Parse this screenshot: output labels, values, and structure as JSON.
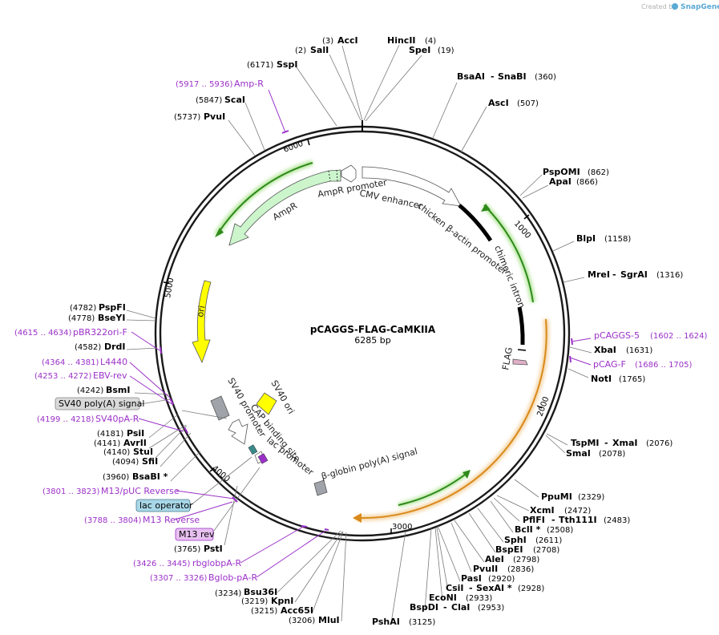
{
  "credit": {
    "created_by": "Created by",
    "app": "SnapGene"
  },
  "plasmid": {
    "name": "pCAGGS-FLAG-CaMKIIA",
    "length": "6285 bp"
  },
  "ticks": [
    "1000",
    "2000",
    "3000",
    "4000",
    "5000",
    "6000"
  ],
  "features": {
    "ampr_promoter": "AmpR promoter",
    "cmv_enhancer": "CMV enhancer",
    "chicken_actin": "chicken β-actin promoter",
    "chimeric_intron": "chimeric intron",
    "ampr": "AmpR",
    "ori": "ori",
    "flag": "FLAG",
    "sv40_ori": "SV40 ori",
    "sv40_promoter": "SV40 promoter",
    "cap_site": "CAP binding site",
    "lac_promoter": "lac promoter",
    "globin_polya": "β-globin poly(A) signal"
  },
  "sites_right": [
    {
      "name": "BsaAI",
      "name2": "SnaBI",
      "pos": "(360)"
    },
    {
      "name": "AscI",
      "pos": "(507)"
    },
    {
      "name": "PspOMI",
      "pos": "(862)"
    },
    {
      "name": "ApaI",
      "pos": "(866)"
    },
    {
      "name": "BlpI",
      "pos": "(1158)"
    },
    {
      "name": "MreI",
      "name2": "SgrAI",
      "pos": "(1316)"
    },
    {
      "name": "XbaI",
      "pos": "(1631)"
    },
    {
      "name": "NotI",
      "pos": "(1765)"
    },
    {
      "name": "TspMI",
      "name2": "XmaI",
      "pos": "(2076)"
    },
    {
      "name": "SmaI",
      "pos": "(2078)"
    },
    {
      "name": "PpuMI",
      "pos": "(2329)"
    },
    {
      "name": "XcmI",
      "pos": "(2472)"
    },
    {
      "name": "PflFI",
      "name2": "Tth111I",
      "pos": "(2483)"
    },
    {
      "name": "BclI *",
      "pos": "(2508)"
    },
    {
      "name": "SphI",
      "pos": "(2611)"
    },
    {
      "name": "BspEI",
      "pos": "(2708)"
    },
    {
      "name": "AleI",
      "pos": "(2798)"
    },
    {
      "name": "PvuII",
      "pos": "(2836)"
    },
    {
      "name": "PasI",
      "pos": "(2920)"
    },
    {
      "name": "CsiI",
      "name2": "SexAI *",
      "pos": "(2928)"
    },
    {
      "name": "EcoNI",
      "pos": "(2933)"
    },
    {
      "name": "BspDI",
      "name2": "ClaI",
      "pos": "(2953)"
    },
    {
      "name": "PshAI",
      "pos": "(3125)"
    }
  ],
  "sites_left": [
    {
      "name": "AccI",
      "pos": "(3)"
    },
    {
      "name": "HincII",
      "pos": "(4)"
    },
    {
      "name": "SalI",
      "pos": "(2)"
    },
    {
      "name": "SpeI",
      "pos": "(19)"
    },
    {
      "name": "SspI",
      "pos": "(6171)"
    },
    {
      "name": "ScaI",
      "pos": "(5847)"
    },
    {
      "name": "PvuI",
      "pos": "(5737)"
    },
    {
      "name": "PspFI",
      "pos": "(4782)"
    },
    {
      "name": "BseYI",
      "pos": "(4778)"
    },
    {
      "name": "DrdI",
      "pos": "(4582)"
    },
    {
      "name": "BsmI",
      "pos": "(4242)"
    },
    {
      "name": "PsiI",
      "pos": "(4181)"
    },
    {
      "name": "AvrII",
      "pos": "(4141)"
    },
    {
      "name": "StuI",
      "pos": "(4140)"
    },
    {
      "name": "SfiI",
      "pos": "(4094)"
    },
    {
      "name": "BsaBI *",
      "pos": "(3960)"
    },
    {
      "name": "PstI",
      "pos": "(3765)"
    },
    {
      "name": "Bsu36I",
      "pos": "(3234)"
    },
    {
      "name": "KpnI",
      "pos": "(3219)"
    },
    {
      "name": "Acc65I",
      "pos": "(3215)"
    },
    {
      "name": "MluI",
      "pos": "(3206)"
    }
  ],
  "primers": [
    {
      "name": "Amp-R",
      "range": "(5917 .. 5936)"
    },
    {
      "name": "pBR322ori-F",
      "range": "(4615 .. 4634)"
    },
    {
      "name": "L4440",
      "range": "(4364 .. 4381)"
    },
    {
      "name": "EBV-rev",
      "range": "(4253 .. 4272)"
    },
    {
      "name": "SV40pA-R",
      "range": "(4199 .. 4218)"
    },
    {
      "name": "M13/pUC Reverse",
      "range": "(3801 .. 3823)"
    },
    {
      "name": "M13 Reverse",
      "range": "(3788 .. 3804)"
    },
    {
      "name": "rbglobpA-R",
      "range": "(3426 .. 3445)"
    },
    {
      "name": "Bglob-pA-R",
      "range": "(3307 .. 3326)"
    },
    {
      "name": "pCAGGS-5",
      "range": "(1602 .. 1624)"
    },
    {
      "name": "pCAG-F",
      "range": "(1686 .. 1705)"
    }
  ],
  "boxed_labels": {
    "sv40_polya": "SV40 poly(A) signal",
    "lac_operator": "lac operator",
    "m13_rev": "M13 rev"
  },
  "colors": {
    "backbone": "#1a1a1a",
    "green_arrow": "#2f8a1b",
    "orange_arrow": "#d98a1a",
    "primer": "#9b30c8",
    "ori": "#ffff00",
    "ampr_fill": "#ccf5cc",
    "gray_feature": "#a0a4aa"
  }
}
